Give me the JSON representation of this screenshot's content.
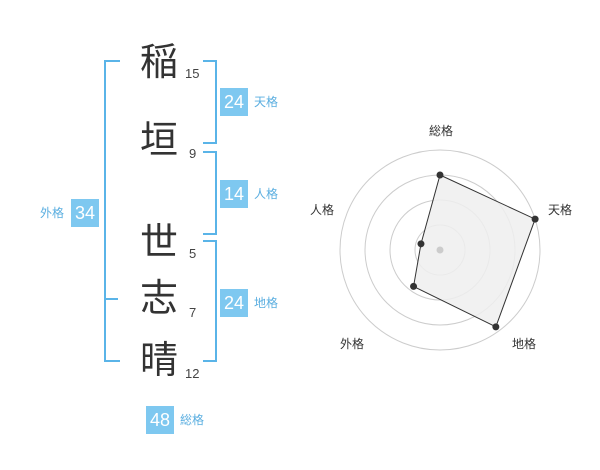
{
  "name_chars": [
    {
      "char": "稲",
      "strokes": "15"
    },
    {
      "char": "垣",
      "strokes": "9"
    },
    {
      "char": "世",
      "strokes": "5"
    },
    {
      "char": "志",
      "strokes": "7"
    },
    {
      "char": "晴",
      "strokes": "12"
    }
  ],
  "kakusu": {
    "tenkaku": {
      "value": "24",
      "label": "天格"
    },
    "jinkaku": {
      "value": "14",
      "label": "人格"
    },
    "chikaku": {
      "value": "24",
      "label": "地格"
    },
    "gaikaku": {
      "value": "34",
      "label": "外格"
    },
    "soukaku": {
      "value": "48",
      "label": "総格"
    }
  },
  "chart_data": {
    "type": "radar",
    "axes": [
      "総格",
      "天格",
      "地格",
      "外格",
      "人格"
    ],
    "values": [
      0.75,
      1.0,
      0.95,
      0.45,
      0.2
    ],
    "rings": 4,
    "colors": {
      "fill": "#eeeeee",
      "line": "#333333",
      "ring": "#cccccc"
    }
  },
  "colors": {
    "accent": "#7ec8f0",
    "bracket": "#5ab4e8"
  }
}
